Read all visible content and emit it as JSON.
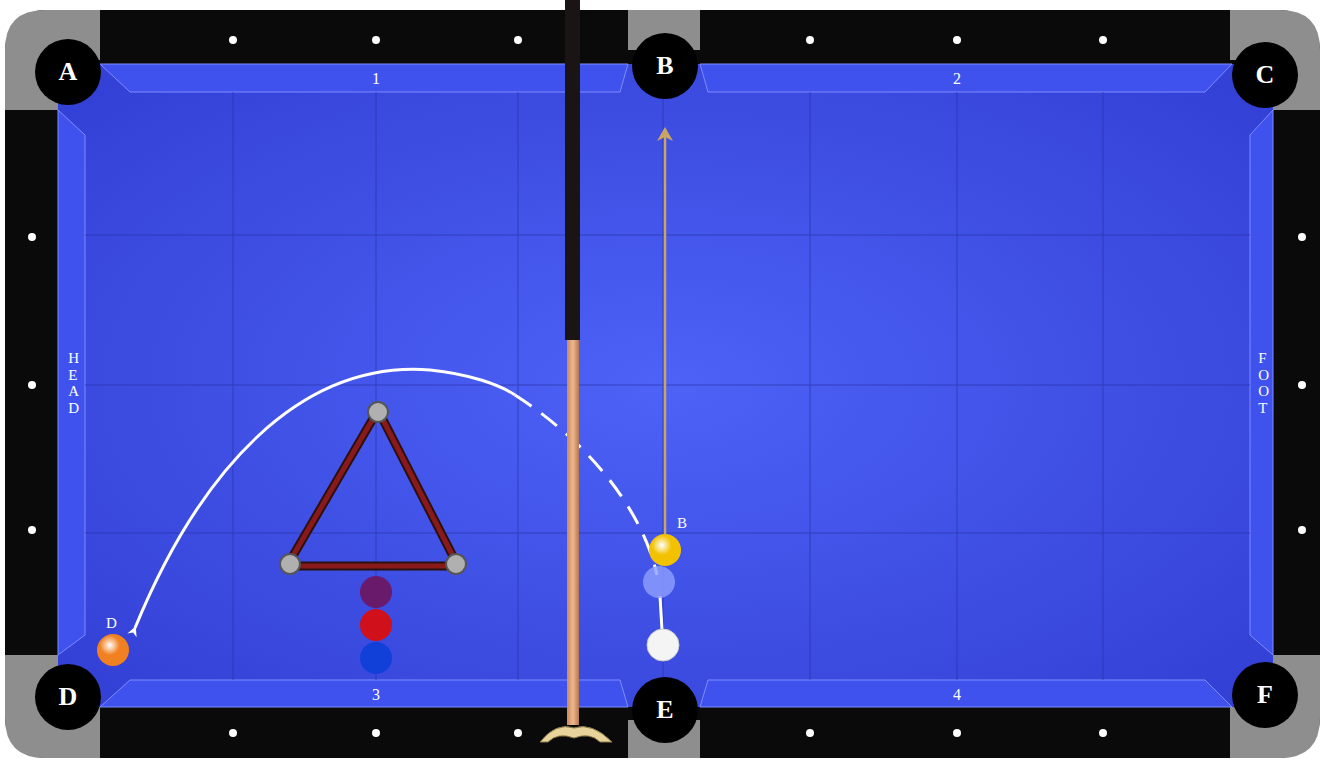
{
  "diagram": {
    "nodes": [
      {
        "text": [
          "A"
        ]
      },
      {
        "text": [
          "B"
        ]
      },
      {
        "text": [
          "C"
        ]
      },
      {
        "text": [
          "D"
        ]
      },
      {
        "text": [
          "E"
        ]
      },
      {
        "text": [
          "F"
        ]
      },
      {
        "text": [
          "B"
        ]
      },
      {
        "text": [
          "D"
        ]
      }
    ],
    "edges": [
      {
        "from": 6,
        "to": 1,
        "arrow": "to"
      }
    ],
    "labels": [
      "1",
      "2",
      "3",
      "4",
      "HEAD",
      "FOOT"
    ]
  }
}
